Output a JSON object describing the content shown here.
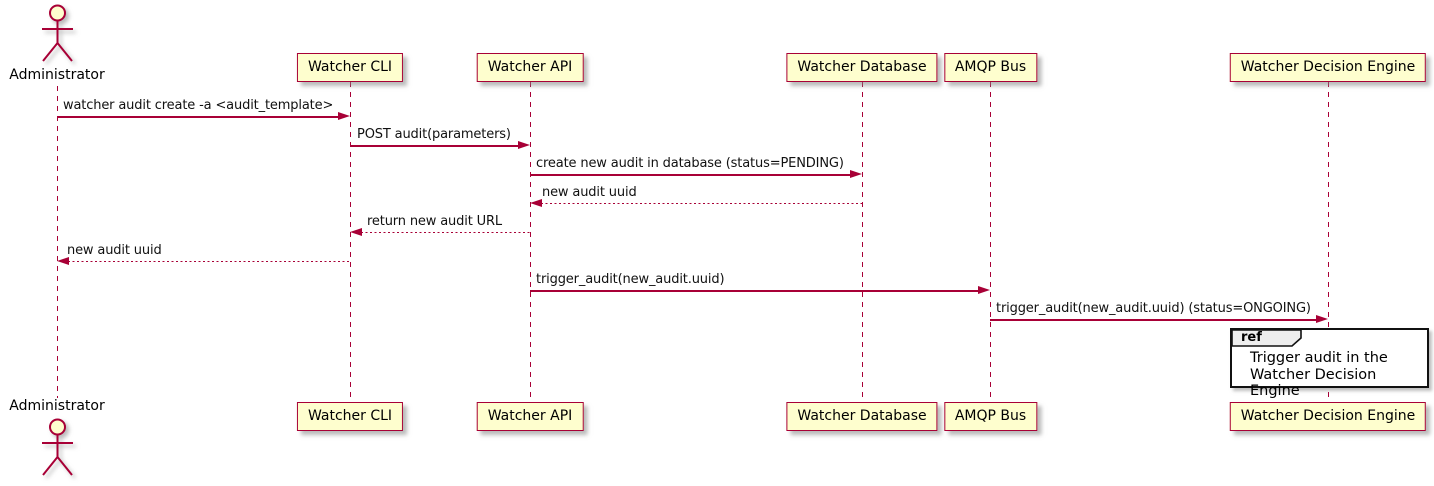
{
  "diagram_type": "uml-sequence-diagram",
  "colors": {
    "accent": "#A80036",
    "participant_fill": "#FEFECE",
    "ref_title_fill": "#EEEEEE",
    "ref_border": "#000000",
    "background": "#FFFFFF"
  },
  "actor": {
    "label": "Administrator"
  },
  "participants": [
    {
      "label": "Watcher CLI"
    },
    {
      "label": "Watcher API"
    },
    {
      "label": "Watcher Database"
    },
    {
      "label": "AMQP Bus"
    },
    {
      "label": "Watcher Decision Engine"
    }
  ],
  "messages": [
    {
      "from": "Administrator",
      "to": "Watcher CLI",
      "label": "watcher audit create -a <audit_template>",
      "line": "solid",
      "direction": "right"
    },
    {
      "from": "Watcher CLI",
      "to": "Watcher API",
      "label": "POST audit(parameters)",
      "line": "solid",
      "direction": "right"
    },
    {
      "from": "Watcher API",
      "to": "Watcher Database",
      "label": "create new audit in database (status=PENDING)",
      "line": "solid",
      "direction": "right"
    },
    {
      "from": "Watcher Database",
      "to": "Watcher API",
      "label": "new audit uuid",
      "line": "dotted",
      "direction": "left"
    },
    {
      "from": "Watcher API",
      "to": "Watcher CLI",
      "label": "return new audit URL",
      "line": "dotted",
      "direction": "left"
    },
    {
      "from": "Watcher CLI",
      "to": "Administrator",
      "label": "new audit uuid",
      "line": "dotted",
      "direction": "left"
    },
    {
      "from": "Watcher API",
      "to": "AMQP Bus",
      "label": "trigger_audit(new_audit.uuid)",
      "line": "solid",
      "direction": "right"
    },
    {
      "from": "AMQP Bus",
      "to": "Watcher Decision Engine",
      "label": "trigger_audit(new_audit.uuid) (status=ONGOING)",
      "line": "solid",
      "direction": "right"
    }
  ],
  "ref": {
    "keyword": "ref",
    "text_lines": [
      "Trigger audit in the",
      "Watcher Decision Engine"
    ]
  }
}
